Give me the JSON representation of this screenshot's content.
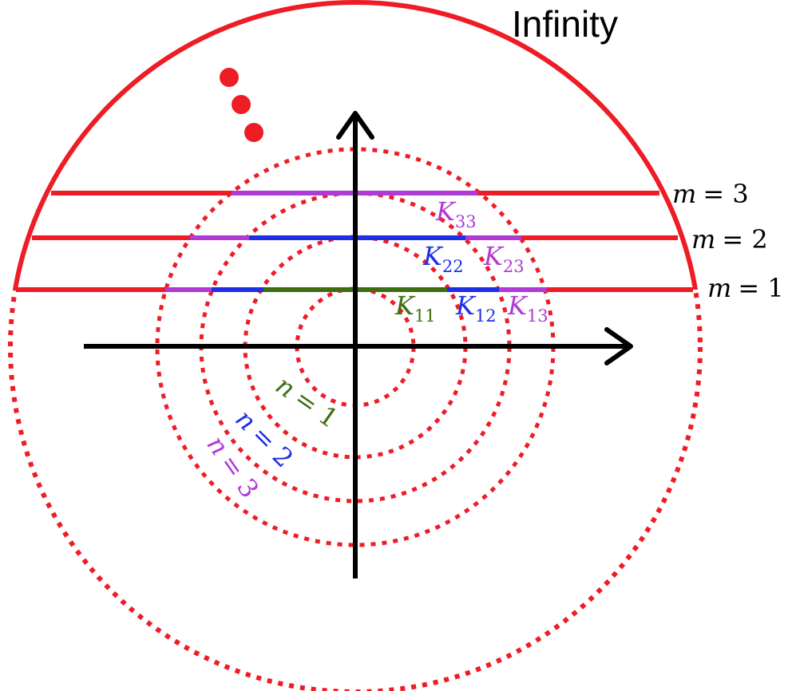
{
  "title": "Infinity",
  "colors": {
    "boundary": "#ee1c25",
    "level1": "#3f6e12",
    "level2": "#1f2fe6",
    "level3": "#b03ad6",
    "axis": "#000000"
  },
  "m_labels": [
    {
      "var": "m",
      "eq": "= 1"
    },
    {
      "var": "m",
      "eq": "= 2"
    },
    {
      "var": "m",
      "eq": "= 3"
    }
  ],
  "n_labels": [
    {
      "var": "n",
      "eq": "= 1"
    },
    {
      "var": "n",
      "eq": "= 2"
    },
    {
      "var": "n",
      "eq": "= 3"
    }
  ],
  "k_labels": [
    {
      "main": "K",
      "sub": "11",
      "color_key": "level1"
    },
    {
      "main": "K",
      "sub": "12",
      "color_key": "level2"
    },
    {
      "main": "K",
      "sub": "13",
      "color_key": "level3"
    },
    {
      "main": "K",
      "sub": "22",
      "color_key": "level2"
    },
    {
      "main": "K",
      "sub": "23",
      "color_key": "level3"
    },
    {
      "main": "K",
      "sub": "33",
      "color_key": "level3"
    }
  ],
  "ellipsis_dots": 3
}
